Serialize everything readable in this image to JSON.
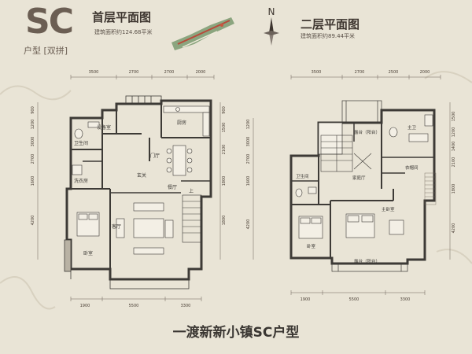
{
  "header": {
    "unit_code": "SC",
    "unit_type_label": "户型 [双拼]",
    "floor1_title": "首层平面图",
    "floor1_area": "建筑面积约124.68平米",
    "floor2_title": "二层平面图",
    "floor2_area": "建筑面积约89.44平米",
    "north_label": "N"
  },
  "plan1": {
    "top_dims": [
      "3500",
      "2700",
      "2700",
      "2000"
    ],
    "bottom_dims": [
      "1900",
      "5500",
      "3300"
    ],
    "left_dims": [
      "900",
      "1200",
      "3000",
      "2700",
      "1600",
      "4200"
    ],
    "right_dims": [
      "900",
      "1500",
      "2100",
      "1800",
      "1800"
    ],
    "rooms": {
      "kitchen": "厨房",
      "equipment": "设备室",
      "bath": "卫生间",
      "laundry": "洗衣房",
      "foyer": "门厅",
      "entry": "玄关",
      "dining": "餐厅",
      "up": "上",
      "bedroom": "卧室",
      "living": "客厅"
    }
  },
  "plan2": {
    "top_dims": [
      "3500",
      "2700",
      "2500",
      "2000"
    ],
    "bottom_dims": [
      "1900",
      "5500",
      "3300"
    ],
    "left_dims": [
      "1200",
      "3000",
      "2700",
      "1600",
      "4200"
    ],
    "right_dims": [
      "1500",
      "1200",
      "1400",
      "2100",
      "1800",
      "4200"
    ],
    "rooms": {
      "terrace_top": "露台（阳台）",
      "master_bath": "主卫",
      "walkin": "衣帽间",
      "bath": "卫生间",
      "family_hall": "家庭厅",
      "bedroom": "卧室",
      "master_bedroom": "主卧室",
      "terrace_bottom": "露台（阳台）"
    }
  },
  "footer": {
    "title": "一渡新新小镇SC户型"
  },
  "colors": {
    "background": "#e9e4d6",
    "wall": "#3d3a36",
    "text": "#4a3f35"
  }
}
